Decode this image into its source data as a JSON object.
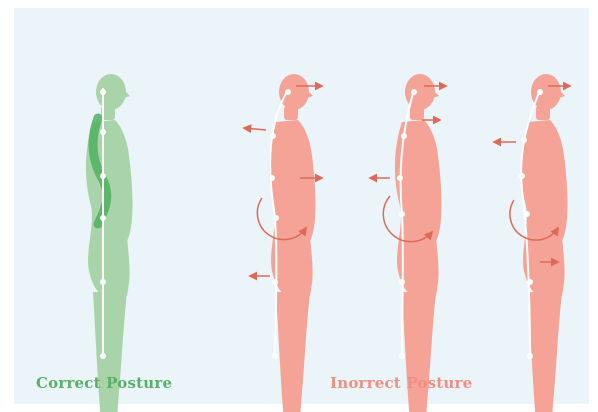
{
  "captions": {
    "correct": "Correct Posture",
    "incorrect": "Inorrect Posture"
  },
  "colors": {
    "background": "#eaf4f9",
    "correct_body": "#a9d4a9",
    "correct_spine": "#4fb15f",
    "correct_text": "#58b06a",
    "incorrect_body": "#f4a396",
    "incorrect_text": "#ef8f83",
    "arrow": "#dd6a58",
    "spine_line": "#ffffff"
  },
  "figures": [
    {
      "id": "correct",
      "icon": "person-side-view"
    },
    {
      "id": "incorrect-1",
      "icon": "person-side-view"
    },
    {
      "id": "incorrect-2",
      "icon": "person-side-view"
    },
    {
      "id": "incorrect-3",
      "icon": "person-side-view"
    }
  ]
}
